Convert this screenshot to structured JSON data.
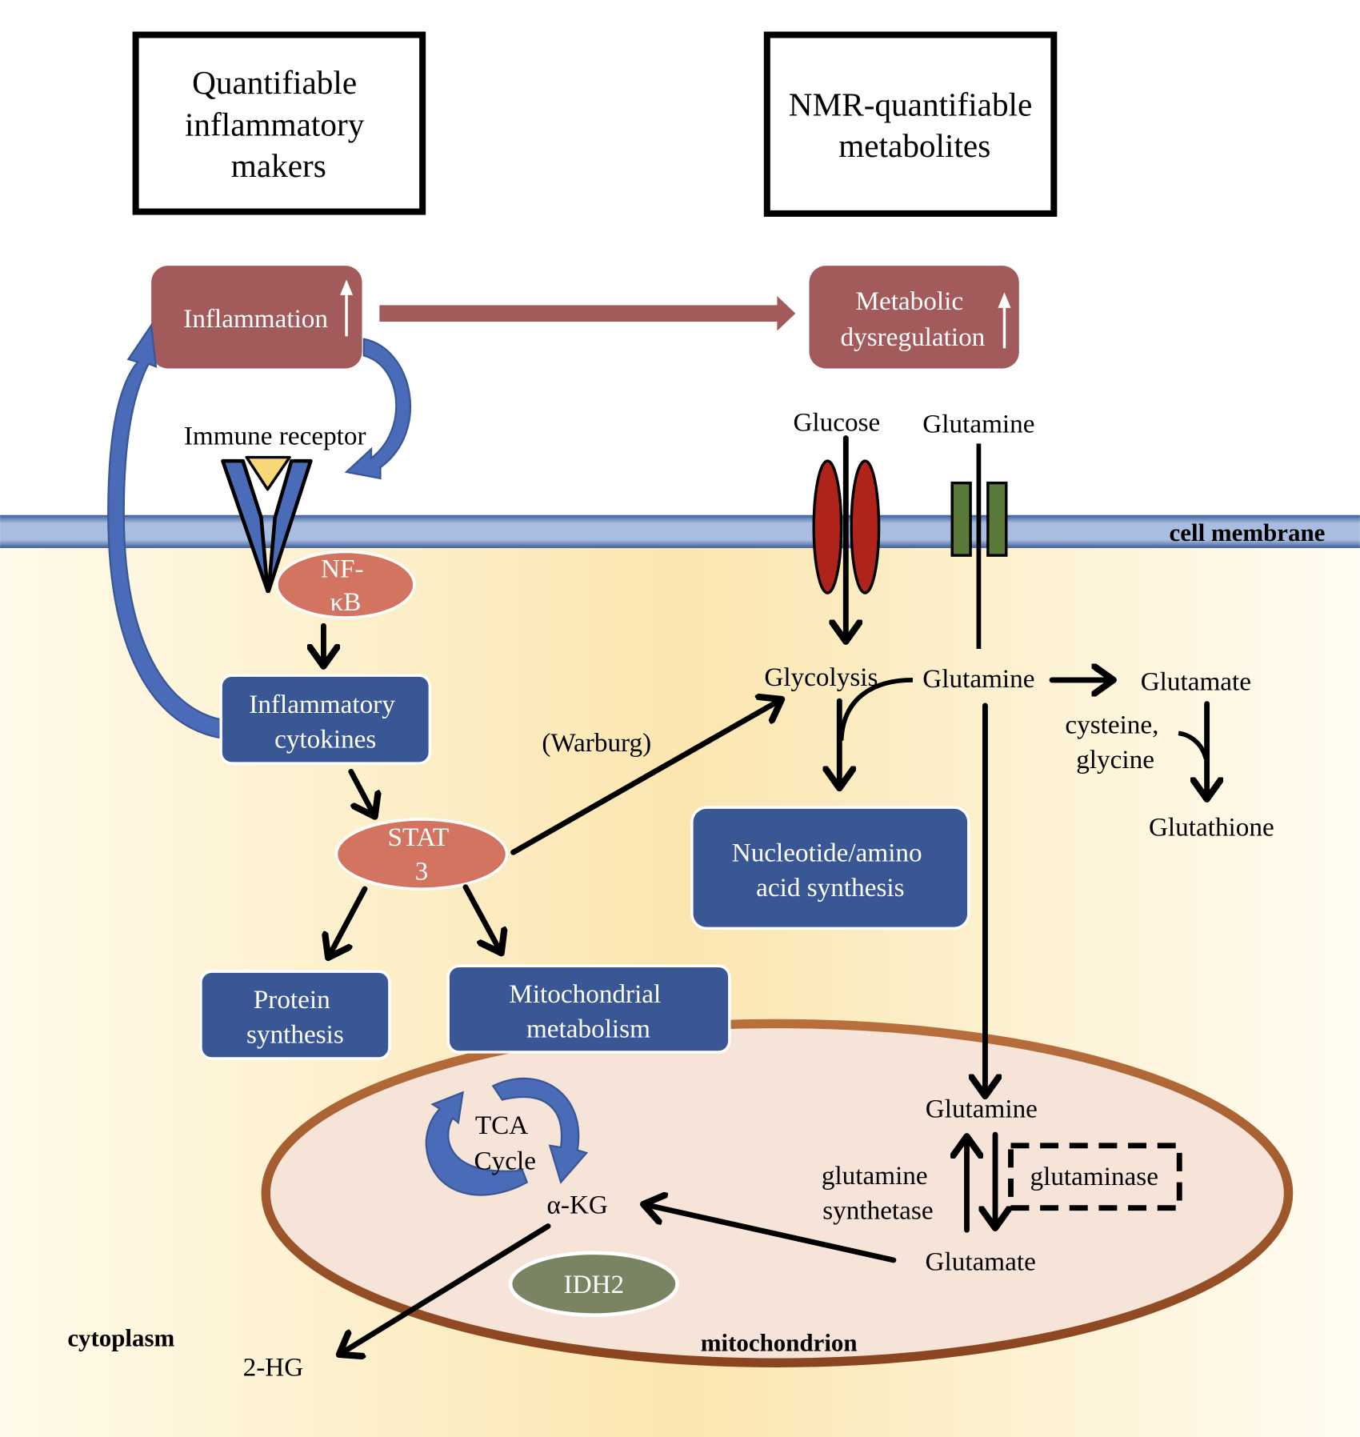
{
  "header_boxes": {
    "left": [
      "Quantifiable",
      "inflammatory",
      "makers"
    ],
    "right": [
      "NMR-quantifiable",
      "metabolites"
    ]
  },
  "nodes": {
    "inflammation": "Inflammation",
    "metabolic": [
      "Metabolic",
      "dysregulation"
    ],
    "immune_receptor": "Immune receptor",
    "nfkb": [
      "NF-",
      "κB"
    ],
    "cytokines": [
      "Inflammatory",
      "cytokines"
    ],
    "stat3": [
      "STAT",
      "3"
    ],
    "warburg": "(Warburg)",
    "protein": [
      "Protein",
      "synthesis"
    ],
    "mito_metab": [
      "Mitochondrial",
      "metabolism"
    ],
    "glucose": "Glucose",
    "glutamine_out": "Glutamine",
    "glycolysis": "Glycolysis",
    "glutamine_cyto": "Glutamine",
    "glutamate_cyto": "Glutamate",
    "cys_gly": [
      "cysteine,",
      "glycine"
    ],
    "glutathione": "Glutathione",
    "nucleotide": [
      "Nucleotide/amino",
      "acid synthesis"
    ],
    "glutamine_mito": "Glutamine",
    "glutamate_mito": "Glutamate",
    "gs": [
      "glutamine",
      "synthetase"
    ],
    "glutaminase": "glutaminase",
    "tca": [
      "TCA",
      "Cycle"
    ],
    "akg": "α-KG",
    "idh2": "IDH2",
    "twohg": "2-HG"
  },
  "region_labels": {
    "membrane": "cell membrane",
    "cytoplasm": "cytoplasm",
    "mitochondrion": "mitochondrion"
  },
  "colors": {
    "maroon": "#a35a5b",
    "blue_box": "#3a5795",
    "salmon": "#d37461",
    "olive": "#7a8463",
    "transporter_red": "#b0231b",
    "transporter_green": "#5a7a3a",
    "membrane": "#a9bde0"
  }
}
